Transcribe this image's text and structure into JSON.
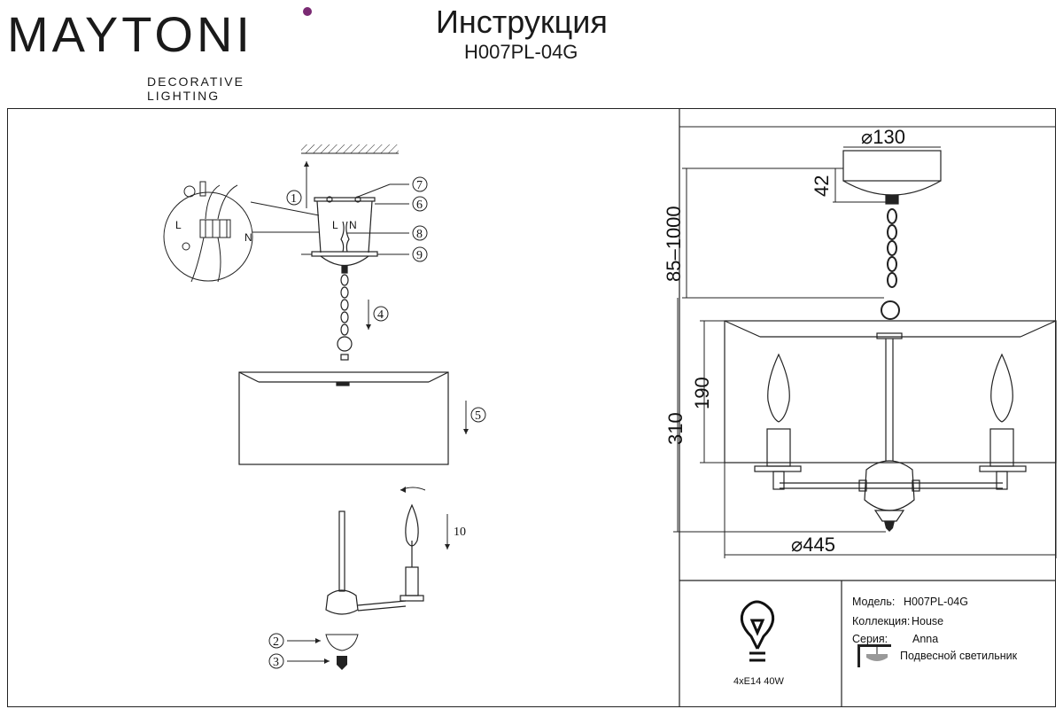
{
  "brand": {
    "name": "MAYTONI",
    "tagline": "DECORATIVE LIGHTING"
  },
  "header": {
    "title": "Инструкция",
    "model": "H007PL-04G"
  },
  "assembly": {
    "callouts": [
      "1",
      "2",
      "3",
      "4",
      "5",
      "6",
      "7",
      "8",
      "9",
      "10"
    ],
    "wire_labels": {
      "live": "L",
      "neutral": "N"
    }
  },
  "dimensions": {
    "canopy_diameter": "⌀130",
    "canopy_height": "42",
    "chain_length": "85–1000",
    "shade_height": "190",
    "body_height": "310",
    "shade_diameter": "⌀445"
  },
  "spec": {
    "lamp": "4xE14 40W",
    "model_label": "Модель:",
    "model_value": "H007PL-04G",
    "collection_label": "Коллекция:",
    "collection_value": "House",
    "series_label": "Серия:",
    "series_value": "Anna",
    "type_value": "Подвесной светильник"
  }
}
